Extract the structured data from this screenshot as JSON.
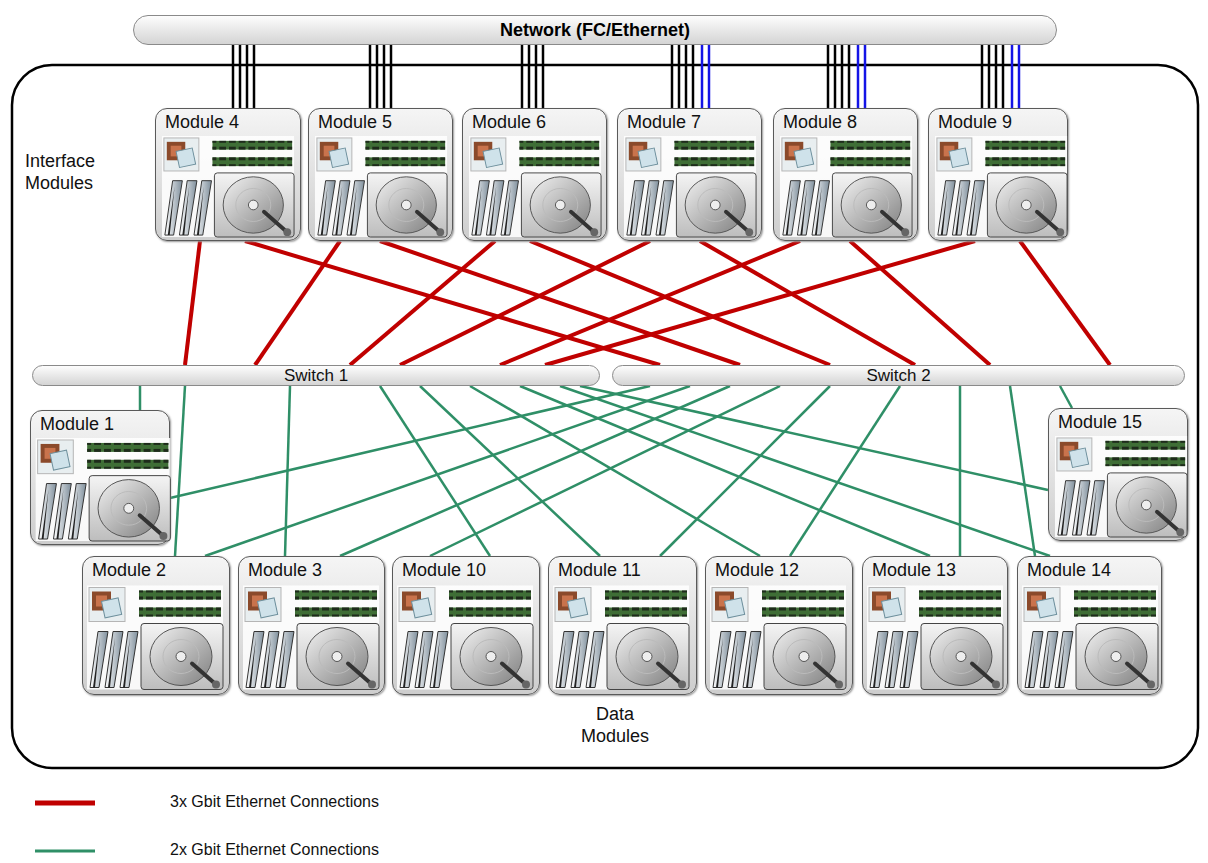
{
  "diagram": {
    "nodes": [
      {
        "text": [
          "Network (FC/Ethernet)"
        ]
      },
      {
        "text": [
          "Module 4"
        ]
      },
      {
        "text": [
          "Module 5"
        ]
      },
      {
        "text": [
          "Module 6"
        ]
      },
      {
        "text": [
          "Module 7"
        ]
      },
      {
        "text": [
          "Module 8"
        ]
      },
      {
        "text": [
          "Module 9"
        ]
      },
      {
        "text": [
          "Switch 1"
        ]
      },
      {
        "text": [
          "Switch 2"
        ]
      },
      {
        "text": [
          "Module 1"
        ]
      },
      {
        "text": [
          "Module 15"
        ]
      },
      {
        "text": [
          "Module 2"
        ]
      },
      {
        "text": [
          "Module 3"
        ]
      },
      {
        "text": [
          "Module 10"
        ]
      },
      {
        "text": [
          "Module 11"
        ]
      },
      {
        "text": [
          "Module 12"
        ]
      },
      {
        "text": [
          "Module 13"
        ]
      },
      {
        "text": [
          "Module 14"
        ]
      }
    ],
    "edges": [
      {
        "from": 0,
        "to": 1,
        "arrow": "none"
      },
      {
        "from": 0,
        "to": 2,
        "arrow": "none"
      },
      {
        "from": 0,
        "to": 3,
        "arrow": "none"
      },
      {
        "from": 0,
        "to": 4,
        "arrow": "none"
      },
      {
        "from": 0,
        "to": 5,
        "arrow": "none"
      },
      {
        "from": 0,
        "to": 6,
        "arrow": "none"
      },
      {
        "from": 1,
        "to": 7,
        "arrow": "none"
      },
      {
        "from": 1,
        "to": 8,
        "arrow": "none"
      },
      {
        "from": 2,
        "to": 7,
        "arrow": "none"
      },
      {
        "from": 2,
        "to": 8,
        "arrow": "none"
      },
      {
        "from": 3,
        "to": 7,
        "arrow": "none"
      },
      {
        "from": 3,
        "to": 8,
        "arrow": "none"
      },
      {
        "from": 4,
        "to": 7,
        "arrow": "none"
      },
      {
        "from": 4,
        "to": 8,
        "arrow": "none"
      },
      {
        "from": 5,
        "to": 7,
        "arrow": "none"
      },
      {
        "from": 5,
        "to": 8,
        "arrow": "none"
      },
      {
        "from": 6,
        "to": 7,
        "arrow": "none"
      },
      {
        "from": 6,
        "to": 8,
        "arrow": "none"
      },
      {
        "from": 7,
        "to": 9,
        "arrow": "none"
      },
      {
        "from": 8,
        "to": 9,
        "arrow": "none"
      },
      {
        "from": 7,
        "to": 10,
        "arrow": "none"
      },
      {
        "from": 8,
        "to": 10,
        "arrow": "none"
      },
      {
        "from": 7,
        "to": 11,
        "arrow": "none"
      },
      {
        "from": 8,
        "to": 11,
        "arrow": "none"
      },
      {
        "from": 7,
        "to": 12,
        "arrow": "none"
      },
      {
        "from": 8,
        "to": 12,
        "arrow": "none"
      },
      {
        "from": 7,
        "to": 13,
        "arrow": "none"
      },
      {
        "from": 8,
        "to": 13,
        "arrow": "none"
      },
      {
        "from": 7,
        "to": 14,
        "arrow": "none"
      },
      {
        "from": 8,
        "to": 14,
        "arrow": "none"
      },
      {
        "from": 7,
        "to": 15,
        "arrow": "none"
      },
      {
        "from": 8,
        "to": 15,
        "arrow": "none"
      },
      {
        "from": 7,
        "to": 16,
        "arrow": "none"
      },
      {
        "from": 8,
        "to": 16,
        "arrow": "none"
      },
      {
        "from": 7,
        "to": 17,
        "arrow": "none"
      },
      {
        "from": 8,
        "to": 17,
        "arrow": "none"
      }
    ],
    "labels": [
      "Interface Modules",
      "Data Modules"
    ],
    "legend": [
      {
        "text": "3x Gbit Ethernet Connections"
      },
      {
        "text": "2x Gbit Ethernet Connections"
      }
    ]
  }
}
